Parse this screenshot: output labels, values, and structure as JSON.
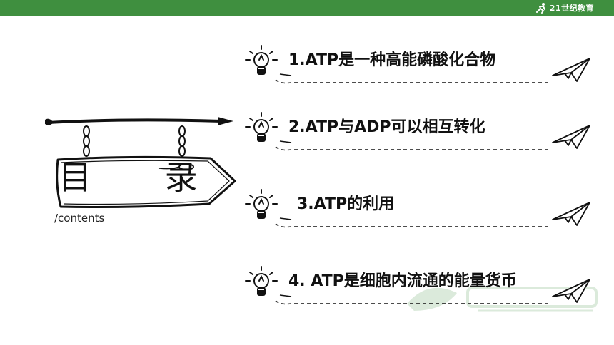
{
  "header": {
    "logo_text": "21世纪教育"
  },
  "toc": {
    "title": "目 录",
    "subtitle": "/contents",
    "items": [
      {
        "label": "1.ATP是一种高能磷酸化合物"
      },
      {
        "label": "2.ATP与ADP可以相互转化"
      },
      {
        "label": "3.ATP的利用"
      },
      {
        "label": "4. ATP是细胞内流通的能量货币"
      }
    ]
  },
  "colors": {
    "header_bar": "#3f8f3f",
    "ink": "#111111"
  },
  "icons": [
    "runner-logo-icon",
    "light-bulb-icon",
    "paper-plane-icon",
    "hanging-sign-icon"
  ]
}
